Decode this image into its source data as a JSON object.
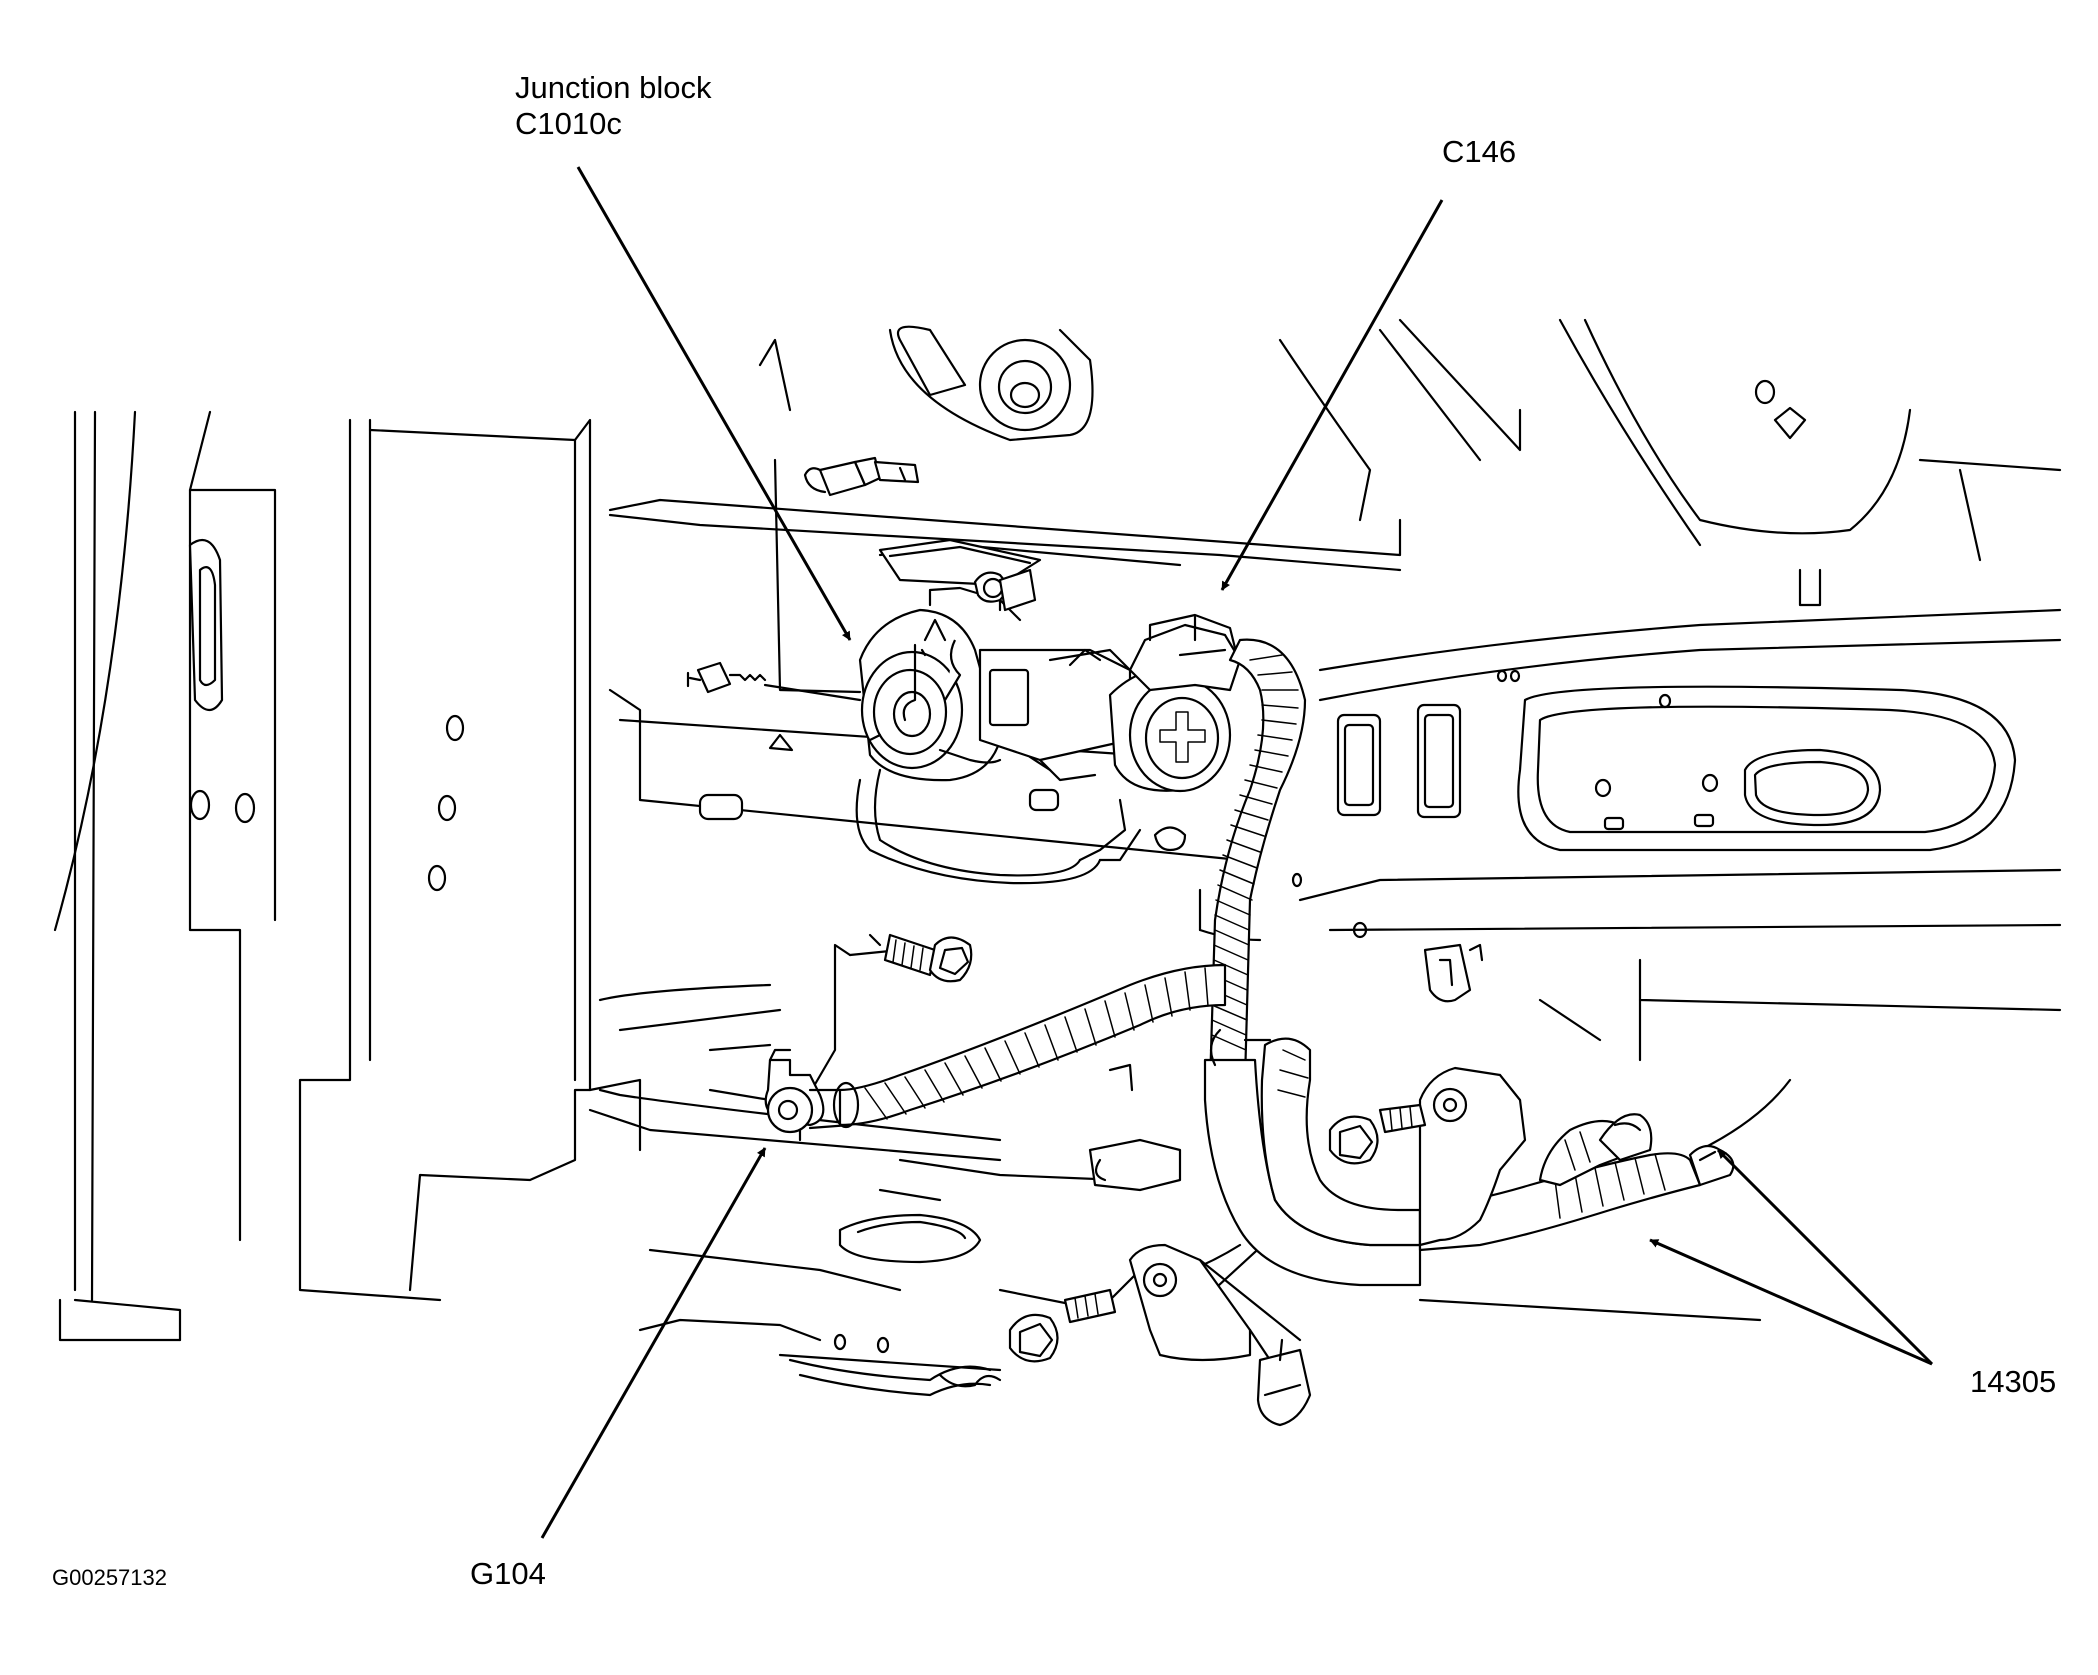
{
  "figure_id": "G00257132",
  "callouts": {
    "junction_block_line1": "Junction block",
    "junction_block_line2": "C1010c",
    "c146": "C146",
    "g104": "G104",
    "part_14305": "14305"
  }
}
